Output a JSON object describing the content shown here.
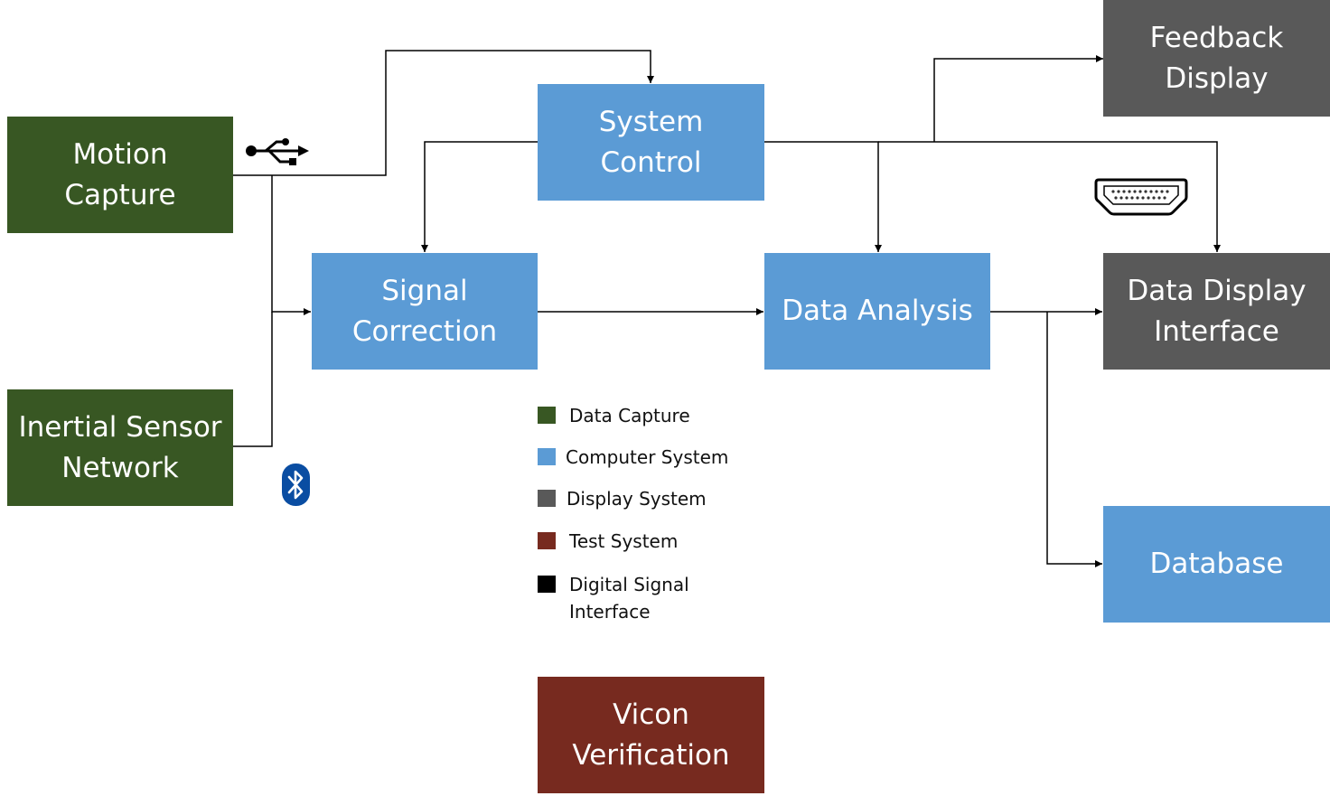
{
  "colors": {
    "data_capture": "#385723",
    "computer_system": "#5b9bd5",
    "display_system": "#595959",
    "test_system": "#772a1f",
    "digital_signal": "#000000",
    "bluetooth": "#0a4da2"
  },
  "nodes": {
    "motion_capture": {
      "lines": [
        "Motion",
        "Capture"
      ]
    },
    "inertial_sensor_network": {
      "lines": [
        "Inertial Sensor",
        "Network"
      ]
    },
    "system_control": {
      "lines": [
        "System",
        "Control"
      ]
    },
    "signal_correction": {
      "lines": [
        "Signal",
        "Correction"
      ]
    },
    "data_analysis": {
      "lines": [
        "Data Analysis"
      ]
    },
    "feedback_display": {
      "lines": [
        "Feedback",
        "Display"
      ]
    },
    "data_display_interface": {
      "lines": [
        "Data Display",
        "Interface"
      ]
    },
    "database": {
      "lines": [
        "Database"
      ]
    },
    "vicon_verification": {
      "lines": [
        "Vicon",
        "Verification"
      ]
    }
  },
  "legend": [
    {
      "category": "data_capture",
      "lines": [
        "Data Capture"
      ]
    },
    {
      "category": "computer_system",
      "lines": [
        "Computer System"
      ]
    },
    {
      "category": "display_system",
      "lines": [
        "Display System"
      ]
    },
    {
      "category": "test_system",
      "lines": [
        "Test System"
      ]
    },
    {
      "category": "digital_signal",
      "lines": [
        "Digital Signal",
        "Interface"
      ]
    }
  ],
  "icons": {
    "usb": "usb-icon",
    "bluetooth": "bluetooth-icon",
    "hdmi": "hdmi-port-icon"
  }
}
